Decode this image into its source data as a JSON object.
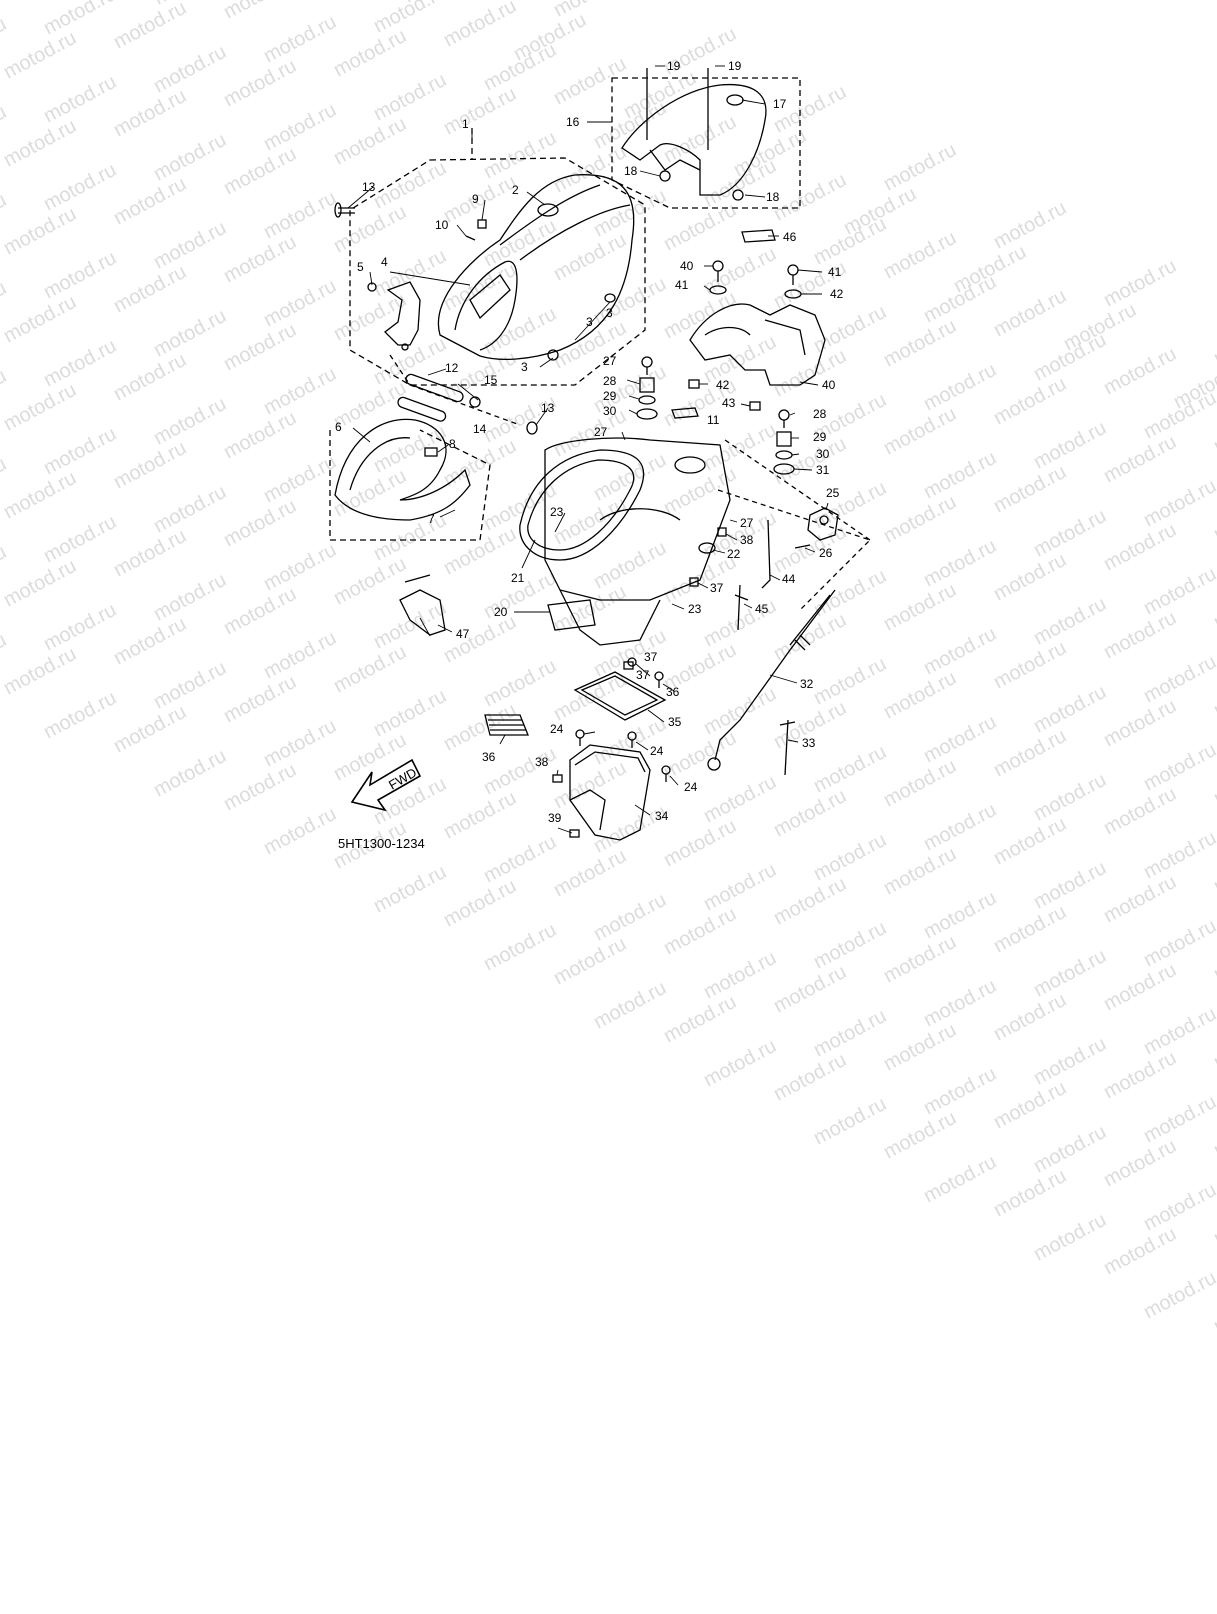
{
  "watermark": "motod.ru",
  "diagram_code": "5HT1300-1234",
  "direction_label": "FWD",
  "callouts": [
    "1",
    "2",
    "3",
    "3",
    "3",
    "4",
    "5",
    "6",
    "7",
    "8",
    "9",
    "10",
    "11",
    "12",
    "13",
    "13",
    "14",
    "15",
    "16",
    "17",
    "18",
    "18",
    "19",
    "19",
    "20",
    "21",
    "22",
    "23",
    "23",
    "24",
    "24",
    "24",
    "25",
    "26",
    "27",
    "27",
    "27",
    "28",
    "28",
    "29",
    "29",
    "30",
    "30",
    "31",
    "32",
    "33",
    "34",
    "35",
    "36",
    "36",
    "37",
    "37",
    "37",
    "38",
    "38",
    "39",
    "40",
    "40",
    "41",
    "41",
    "42",
    "42",
    "43",
    "44",
    "45",
    "46",
    "47"
  ]
}
